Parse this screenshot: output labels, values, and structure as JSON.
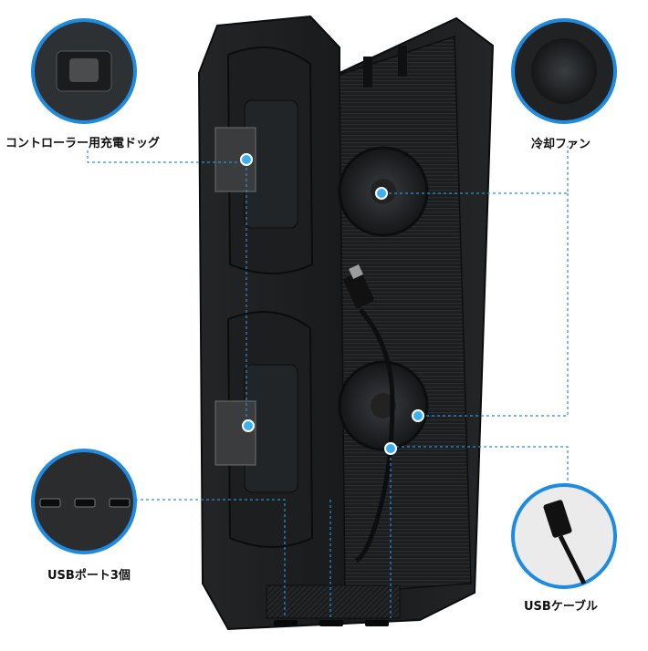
{
  "labels": {
    "controller_dock": "コントローラー用充電ドッグ",
    "cooling_fan": "冷却ファン",
    "usb_ports": "USBポート3個",
    "usb_cable": "USBケーブル"
  },
  "colors": {
    "callout_line": "#2a8fd6",
    "callout_ring": "#1f8be0",
    "dot_fill": "#3ab0f0",
    "body_dark": "#17191b",
    "body_mid": "#2a2d30"
  },
  "icons": [
    "controller-dock-callout",
    "fan-callout",
    "usb-ports-callout",
    "usb-cable-callout"
  ]
}
